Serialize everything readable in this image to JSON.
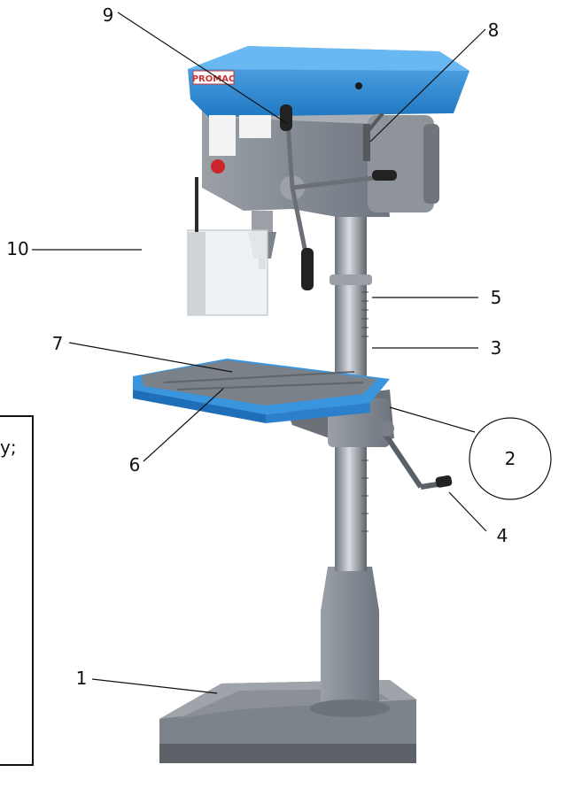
{
  "brand": {
    "logo_text": "PROMAC"
  },
  "callouts": [
    {
      "id": "1",
      "label": "1"
    },
    {
      "id": "2",
      "label": "2"
    },
    {
      "id": "3",
      "label": "3"
    },
    {
      "id": "4",
      "label": "4"
    },
    {
      "id": "5",
      "label": "5"
    },
    {
      "id": "6",
      "label": "6"
    },
    {
      "id": "7",
      "label": "7"
    },
    {
      "id": "8",
      "label": "8"
    },
    {
      "id": "9",
      "label": "9"
    },
    {
      "id": "10",
      "label": "10"
    }
  ],
  "side_note": {
    "visible_text": "y;"
  },
  "colors": {
    "machine_blue": "#2f8fd6",
    "machine_gray": "#8c9197",
    "column_gray": "#a7adb3",
    "dark": "#222222"
  }
}
